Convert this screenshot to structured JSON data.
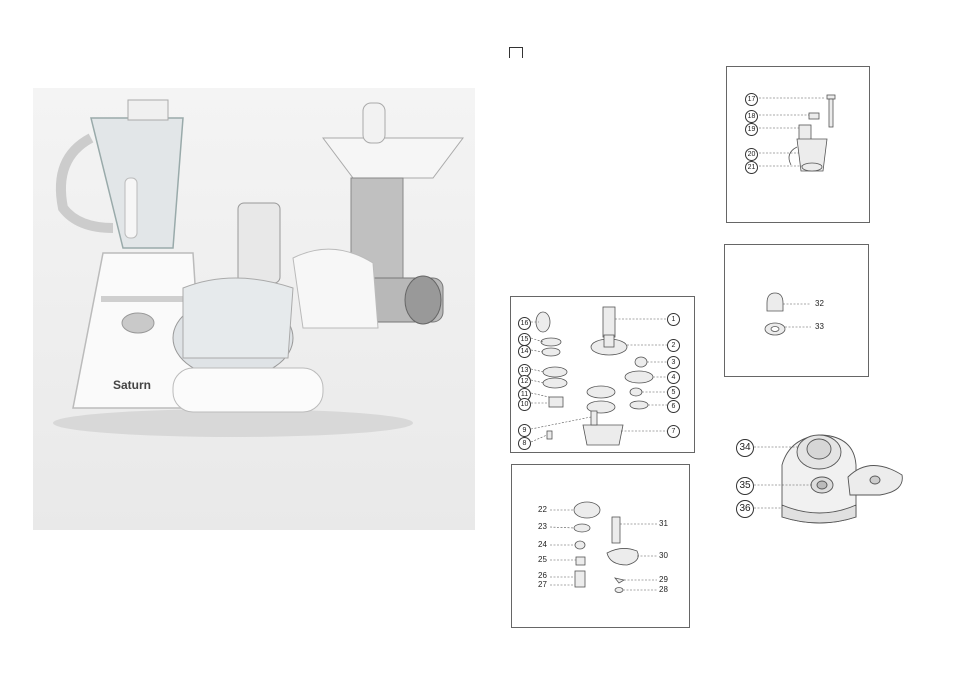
{
  "photo": {
    "brand_label": "Saturn"
  },
  "panel_parts_1_17": {
    "labels_right": [
      "1",
      "2",
      "3",
      "4",
      "5",
      "6",
      "7"
    ],
    "labels_left": [
      "16",
      "15",
      "14",
      "13",
      "12",
      "11",
      "10",
      "9",
      "8"
    ]
  },
  "panel_parts_22_31": {
    "labels_left": [
      "22",
      "23",
      "24",
      "25",
      "26",
      "27"
    ],
    "labels_right": [
      "31",
      "30",
      "29",
      "28"
    ]
  },
  "panel_parts_17_21": {
    "labels": [
      "17",
      "18",
      "19",
      "20",
      "21"
    ]
  },
  "panel_parts_32_33": {
    "labels": [
      "32",
      "33"
    ]
  },
  "panel_parts_34_36": {
    "labels": [
      "34",
      "35",
      "36"
    ]
  }
}
